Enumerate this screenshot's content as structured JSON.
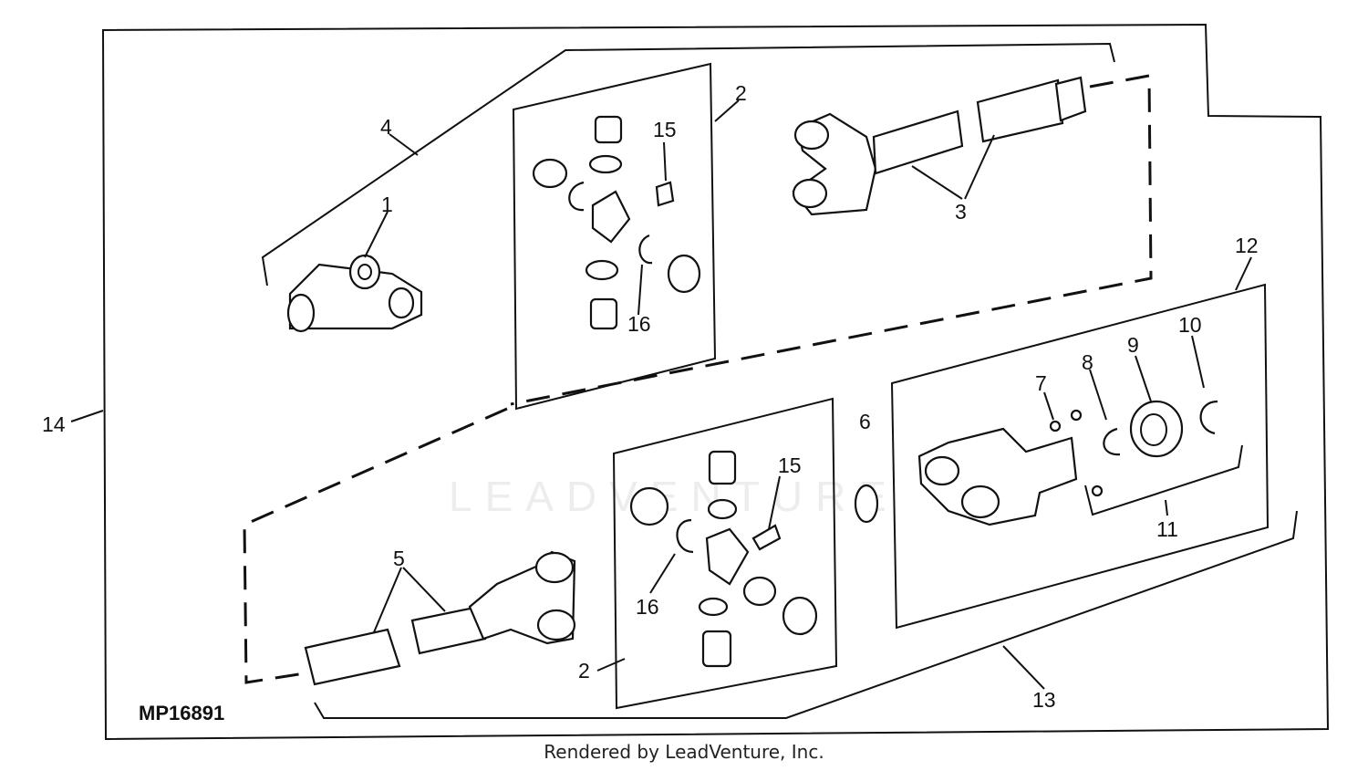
{
  "diagram": {
    "figure_id": "MP16891",
    "watermark": "LEADVENTURE",
    "footer": "Rendered by LeadVenture, Inc.",
    "callouts": {
      "c1": "1",
      "c2a": "2",
      "c2b": "2",
      "c3": "3",
      "c4": "4",
      "c5": "5",
      "c6": "6",
      "c7": "7",
      "c8": "8",
      "c9": "9",
      "c10": "10",
      "c11": "11",
      "c12": "12",
      "c13": "13",
      "c14": "14",
      "c15a": "15",
      "c15b": "15",
      "c16a": "16",
      "c16b": "16"
    }
  }
}
